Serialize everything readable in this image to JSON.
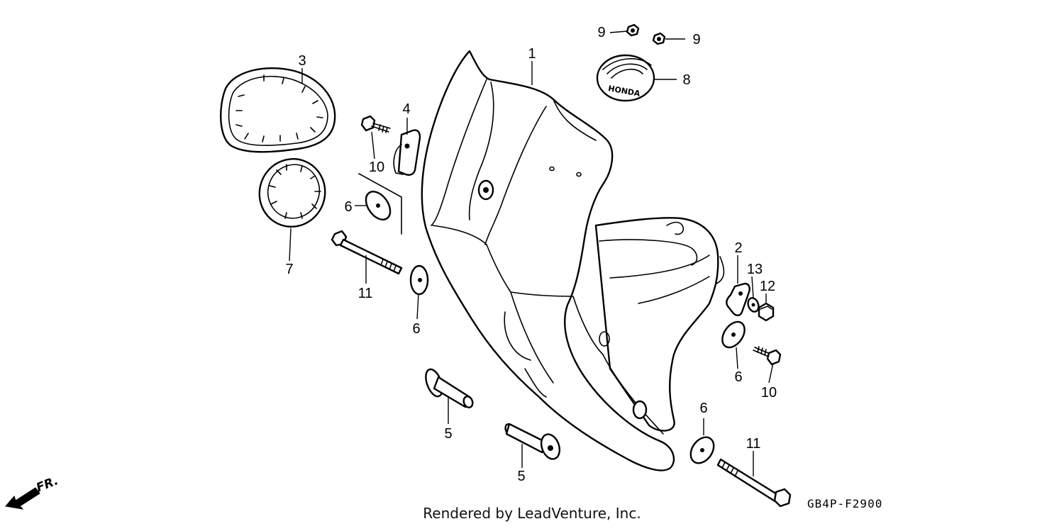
{
  "labels": {
    "l1": "1",
    "l2": "2",
    "l3": "3",
    "l4": "4",
    "l5a": "5",
    "l5b": "5",
    "l6a": "6",
    "l6b": "6",
    "l6c": "6",
    "l6d": "6",
    "l7": "7",
    "l8": "8",
    "l9a": "9",
    "l9b": "9",
    "l10a": "10",
    "l10b": "10",
    "l11a": "11",
    "l11b": "11",
    "l12": "12",
    "l13": "13"
  },
  "emblem_text": "HONDA",
  "front_indicator": "FR.",
  "diagram_code": "GB4P-F2900",
  "footer_credit": "Rendered by LeadVenture, Inc."
}
